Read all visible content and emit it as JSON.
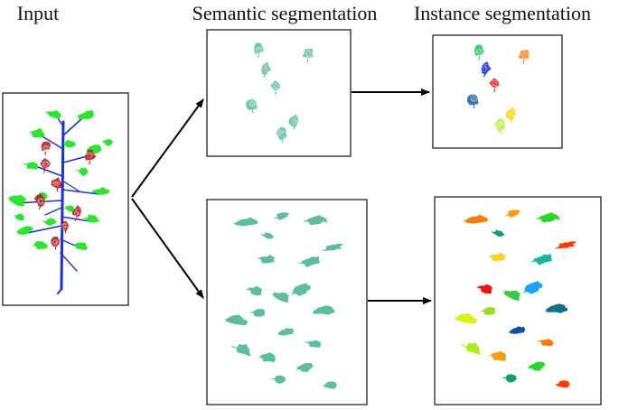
{
  "labels": {
    "input": "Input",
    "semantic": "Semantic segmentation",
    "instance": "Instance segmentation"
  },
  "colors": {
    "stem": "#1b33c9",
    "leaf_input": "#29e62e",
    "fruit_input": "#b3161b",
    "semantic_class": "#5dbf98",
    "arrow": "#000000",
    "frame": "#111111"
  },
  "fruit_palette": [
    "#22c35a",
    "#ff7a00",
    "#1320e0",
    "#e01414",
    "#0f5fa0",
    "#ffd700",
    "#b8f03a",
    "#2fc97a"
  ],
  "leaf_palette": [
    "#ff7a00",
    "#ff9a10",
    "#2ad62a",
    "#0fa064",
    "#ff3a00",
    "#ffd21e",
    "#19b6a0",
    "#e81414",
    "#33cc44",
    "#1aa2ff",
    "#dcf018",
    "#9adb2a",
    "#147080",
    "#0d4fa8",
    "#aaee22"
  ]
}
